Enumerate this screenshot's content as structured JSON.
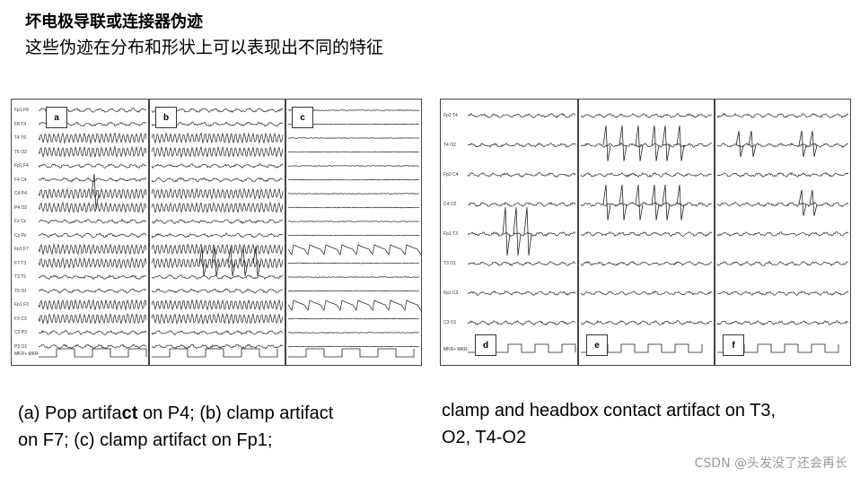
{
  "title": "坏电极导联或连接器伪迹",
  "subtitle": "这些伪迹在分布和形状上可以表现出不同的特征",
  "left_figure": {
    "channels": [
      "Fp1 F8",
      "F8 T4",
      "T4 T6",
      "T6 O2",
      "Fp2 F4",
      "F4 C4",
      "C4 P4",
      "P4 O2",
      "Fz Cz",
      "Cz Pz",
      "Fp1 F7",
      "F7 T3",
      "T3 T5",
      "T5 O1",
      "Fp1 F3",
      "F3 C3",
      "C3 P3",
      "P3 O1"
    ],
    "marker_label": "MKR+ MKR-",
    "panels": [
      {
        "letter": "a"
      },
      {
        "letter": "b"
      },
      {
        "letter": "c"
      }
    ]
  },
  "right_figure": {
    "channels": [
      "Fp2 T4",
      "T4 O2",
      "Fp2 C4",
      "C4 O2",
      "Fp1 T3",
      "T3 O1",
      "Fp1 C3",
      "C3 O1"
    ],
    "marker_label": "MKR+ MKR-",
    "panels": [
      {
        "letter": "d"
      },
      {
        "letter": "e"
      },
      {
        "letter": "f"
      }
    ]
  },
  "caption_left_part1": "(a) Pop artifa",
  "caption_left_bold": "ct",
  "caption_left_part2": " on P4; (b) clamp artifact",
  "caption_left_line2": "on F7; (c) clamp artifact on Fp1;",
  "caption_right_line1": "clamp and headbox contact artifact on T3,",
  "caption_right_line2": "O2, T4-O2",
  "watermark": "CSDN @头发没了还会再长"
}
